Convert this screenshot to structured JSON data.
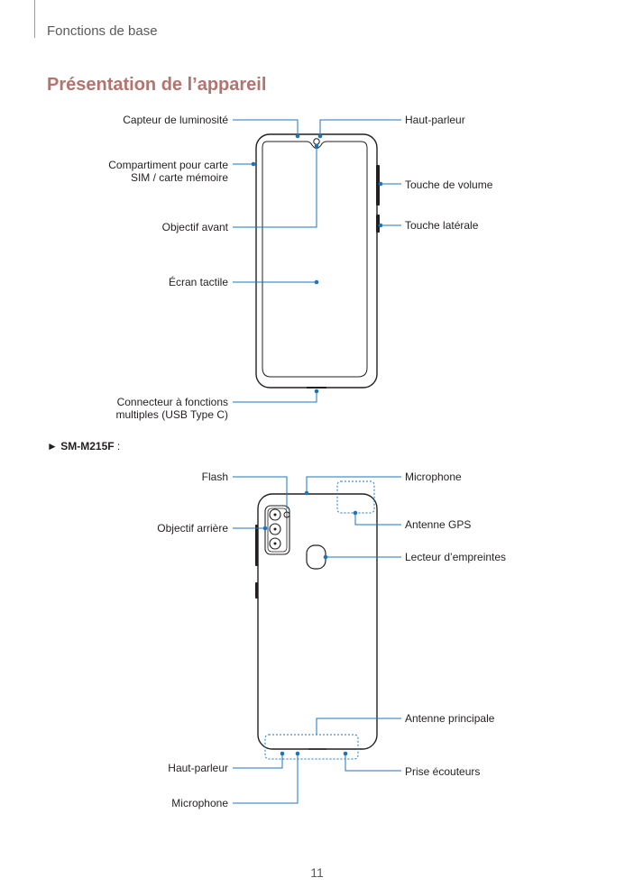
{
  "header": {
    "section": "Fonctions de base"
  },
  "page": {
    "title": "Présentation de l’appareil",
    "number": "11"
  },
  "front": {
    "left_labels": [
      "Capteur de luminosité",
      "Compartiment pour carte",
      "SIM / carte mémoire",
      "Objectif avant",
      "Écran tactile",
      "Connecteur à fonctions",
      "multiples (USB Type C)"
    ],
    "right_labels": [
      "Haut-parleur",
      "Touche de volume",
      "Touche latérale"
    ]
  },
  "model": {
    "marker": "►",
    "name": "SM-M215F",
    "suffix": " :"
  },
  "back": {
    "left_labels": [
      "Flash",
      "Objectif arrière",
      "Haut-parleur",
      "Microphone"
    ],
    "right_labels": [
      "Microphone",
      "Antenne GPS",
      "Lecteur d’empreintes",
      "Antenne principale",
      "Prise écouteurs"
    ]
  },
  "colors": {
    "accent": "#b5736d",
    "callout": "#1c75bc",
    "outline": "#231f20"
  }
}
